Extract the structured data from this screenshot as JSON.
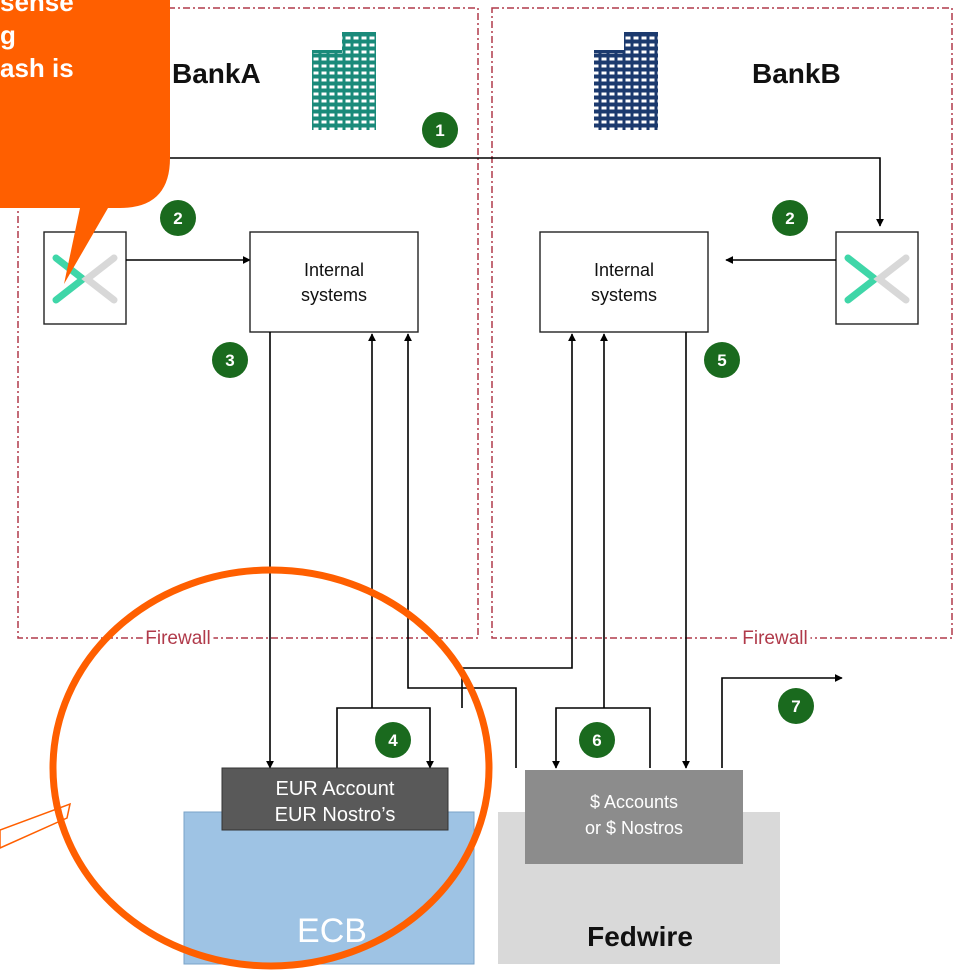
{
  "callout": {
    "text": "sense\ng\nash is"
  },
  "bank_a": {
    "name": "BankA",
    "internal_systems": "Internal\nsystems",
    "firewall": "Firewall"
  },
  "bank_b": {
    "name": "BankB",
    "internal_systems": "Internal\nsystems",
    "firewall": "Firewall"
  },
  "steps": [
    "1",
    "2",
    "2",
    "3",
    "4",
    "5",
    "6",
    "7"
  ],
  "ecb": {
    "name": "ECB",
    "account_box": "EUR Account\nEUR Nostro’s"
  },
  "fedwire": {
    "name": "Fedwire",
    "account_box": "$ Accounts\nor $ Nostros"
  },
  "colors": {
    "step_green": "#1a6a1e",
    "firewall_red": "#b03a4a",
    "callout_orange": "#ff5f00",
    "building_teal": "#1a8a7a",
    "building_navy": "#1c3a6e",
    "ecb_blue": "#9ec3e4",
    "fedwire_grey": "#d9d9d9",
    "eur_box_grey": "#595959",
    "usd_box_grey": "#8c8c8c"
  },
  "icons": [
    "building-icon-teal",
    "building-icon-navy",
    "swift-icon",
    "swift-icon"
  ]
}
